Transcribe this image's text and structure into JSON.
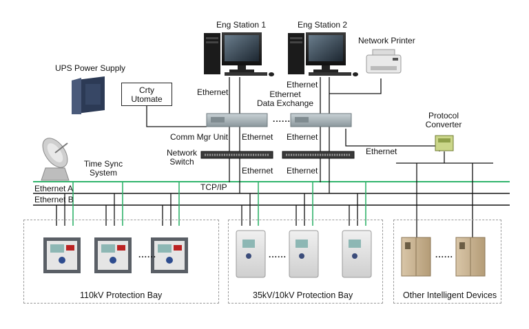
{
  "stations": {
    "eng_station_1": "Eng Station 1",
    "eng_station_2": "Eng Station 2",
    "network_printer": "Network Printer",
    "ups": "UPS Power Supply",
    "crty_line1": "Crty",
    "crty_line2": "Utomate"
  },
  "labels": {
    "ethernet_1": "Ethernet",
    "ethernet_2": "Ethernet",
    "ethernet_data_exchange_line1": "Ethernet",
    "ethernet_data_exchange_line2": "Data Exchange",
    "comm_mgr_unit": "Comm Mgr Unit",
    "ethernet_3": "Ethernet",
    "ethernet_4": "Ethernet",
    "ethernet_5": "Ethernet",
    "ethernet_6": "Ethernet",
    "network_switch_line1": "Network",
    "network_switch_line2": "Switch",
    "protocol_converter_line1": "Protocol",
    "protocol_converter_line2": "Converter",
    "time_sync_line1": "Time Sync",
    "time_sync_line2": "System",
    "ethernet_a": "Ethernet A",
    "ethernet_b": "Ethernet B",
    "tcp_ip": "TCP/IP",
    "dots": "......"
  },
  "bays": {
    "bay_110kv": "110kV Protection Bay",
    "bay_35kv": "35kV/10kV Protection Bay",
    "bay_other": "Other Intelligent Devices"
  },
  "colors": {
    "ethernet_a_line": "#2fb36b",
    "ethernet_b_line": "#111111",
    "device_panel": "#e3e3e3"
  }
}
